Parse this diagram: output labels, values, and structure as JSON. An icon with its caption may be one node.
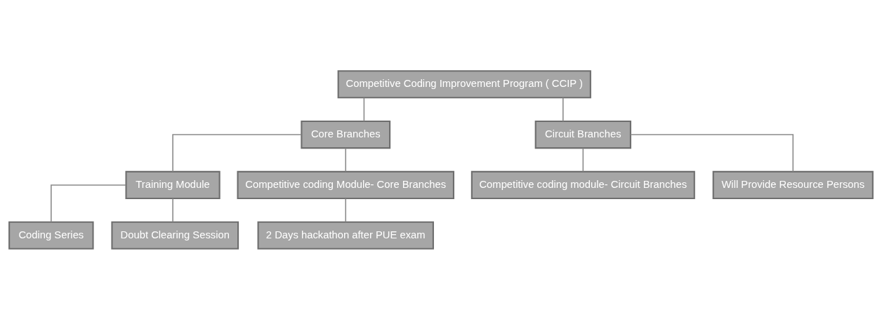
{
  "diagram": {
    "nodes": [
      {
        "text": [
          "Competitive Coding Improvement Program ( CCIP )"
        ]
      },
      {
        "text": [
          "Core Branches"
        ]
      },
      {
        "text": [
          "Circuit Branches"
        ]
      },
      {
        "text": [
          "Training Module"
        ]
      },
      {
        "text": [
          "Competitive coding Module- Core Branches"
        ]
      },
      {
        "text": [
          "Coding Series"
        ]
      },
      {
        "text": [
          "Doubt Clearing Session"
        ]
      },
      {
        "text": [
          "2 Days hackathon after PUE exam"
        ]
      },
      {
        "text": [
          "Competitive coding module- Circuit Branches"
        ]
      },
      {
        "text": [
          "Will Provide Resource Persons"
        ]
      }
    ],
    "edges": [
      {
        "from": 0,
        "to": 1,
        "arrow": "none"
      },
      {
        "from": 0,
        "to": 2,
        "arrow": "none"
      },
      {
        "from": 1,
        "to": 3,
        "arrow": "none"
      },
      {
        "from": 1,
        "to": 4,
        "arrow": "none"
      },
      {
        "from": 3,
        "to": 5,
        "arrow": "none"
      },
      {
        "from": 3,
        "to": 6,
        "arrow": "none"
      },
      {
        "from": 4,
        "to": 7,
        "arrow": "none"
      },
      {
        "from": 2,
        "to": 8,
        "arrow": "none"
      },
      {
        "from": 2,
        "to": 9,
        "arrow": "none"
      }
    ]
  }
}
